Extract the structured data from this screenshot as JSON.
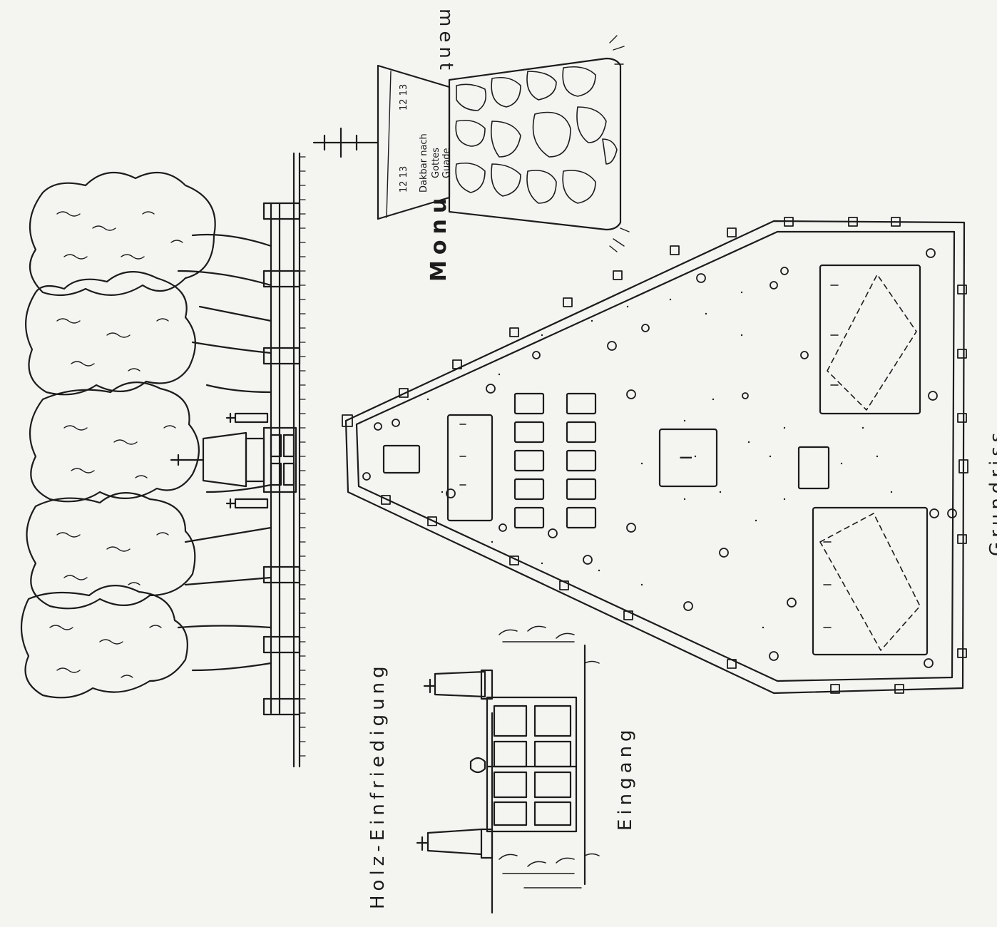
{
  "labels": {
    "monument_part1": "Monu",
    "monument_part2": "ment",
    "enclosure": "Holz-Einfriedigung",
    "entrance": "Eingang",
    "ground_plan": "Grundriss",
    "plot_marker": "I"
  },
  "inscription": {
    "line1": "12 13",
    "line2": "Dakbar nach",
    "line3": "Gottes",
    "line4": "Guade",
    "line5": "12 13"
  },
  "colors": {
    "ink": "#1c1c1c",
    "paper": "#f4f4f1",
    "bleed": "#c9c9c4"
  }
}
